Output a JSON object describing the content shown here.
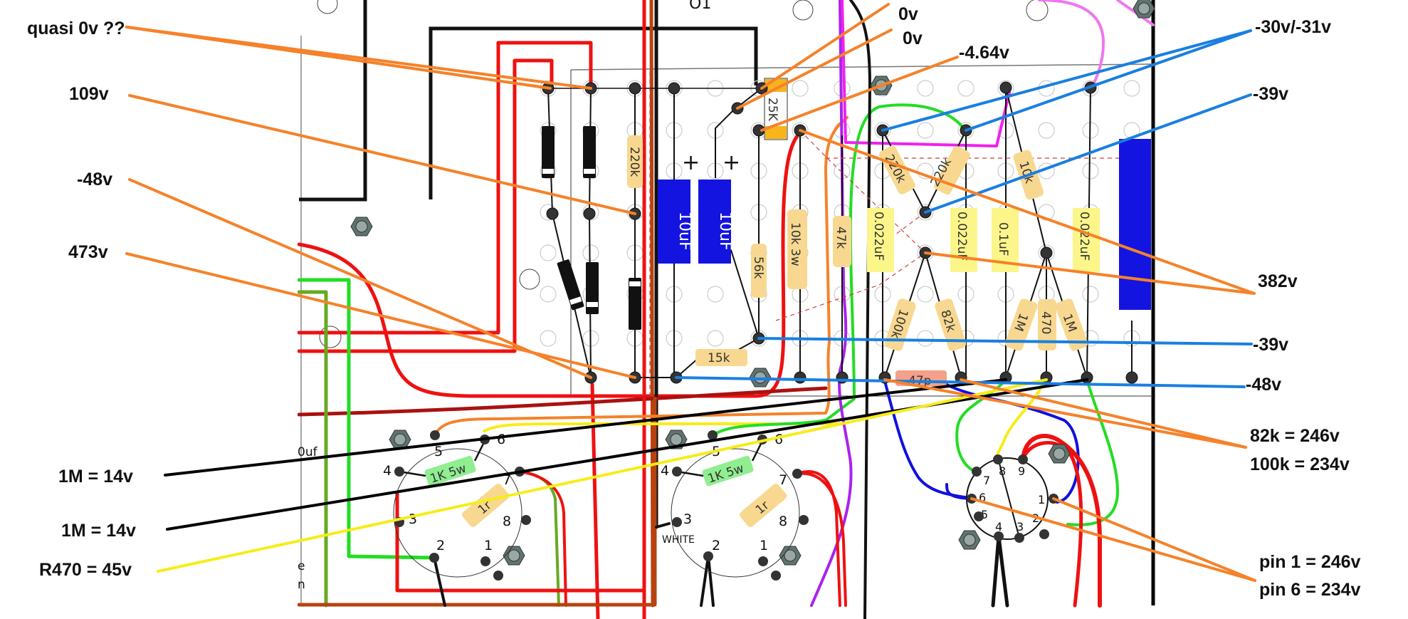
{
  "title": "Amplifier turret-board layout with measured voltages",
  "colors": {
    "annotation_orange": "#f5822a",
    "annotation_blue": "#1a7fe0",
    "annotation_black": "#000000",
    "annotation_yellow": "#f7ec1a",
    "wire_red": "#ee1111",
    "wire_green": "#22dd22",
    "wire_olive": "#66aa22",
    "wire_magenta": "#ee22ee",
    "wire_violet": "#aa22ee",
    "wire_pink": "#ee77ee",
    "wire_blue": "#1111dd",
    "wire_brown": "#b8420e",
    "wire_darkred": "#aa1111",
    "resistor_body": "#f8d890",
    "cap_film": "#fbf58a",
    "cap_electrolytic": "#1414e0",
    "cap_ceramic": "#f4a08a",
    "power_resistor": "#90ee90"
  },
  "voltage_labels": {
    "left": [
      {
        "id": "quasi-0v",
        "text": "quasi 0v ??",
        "line_color": "orange"
      },
      {
        "id": "109v",
        "text": "109v",
        "line_color": "orange"
      },
      {
        "id": "-48v-left",
        "text": "-48v",
        "line_color": "orange"
      },
      {
        "id": "473v",
        "text": "473v",
        "line_color": "orange"
      },
      {
        "id": "1m-14v-a",
        "text": "1M = 14v",
        "line_color": "black"
      },
      {
        "id": "1m-14v-b",
        "text": "1M = 14v",
        "line_color": "black"
      },
      {
        "id": "r470-45v",
        "text": "R470 = 45v",
        "line_color": "yellow"
      }
    ],
    "top": [
      {
        "id": "0v-a",
        "text": "0v",
        "line_color": "orange"
      },
      {
        "id": "0v-b",
        "text": "0v",
        "line_color": "orange"
      },
      {
        "id": "-4.64v",
        "text": "-4.64v",
        "line_color": "orange"
      }
    ],
    "right": [
      {
        "id": "-30v-31v",
        "text": "-30v/-31v",
        "line_color": "blue"
      },
      {
        "id": "-39v-top",
        "text": "-39v",
        "line_color": "blue"
      },
      {
        "id": "382v",
        "text": "382v",
        "line_color": "orange"
      },
      {
        "id": "-39v-mid",
        "text": "-39v",
        "line_color": "blue"
      },
      {
        "id": "-48v-right",
        "text": "-48v",
        "line_color": "blue"
      },
      {
        "id": "82k-246v",
        "text": "82k = 246v",
        "line_color": "orange"
      },
      {
        "id": "100k-234v",
        "text": "100k = 234v",
        "line_color": "orange"
      },
      {
        "id": "pin1-246v",
        "text": "pin 1 = 246v",
        "line_color": "orange"
      },
      {
        "id": "pin6-234v",
        "text": "pin 6 = 234v",
        "line_color": "orange"
      }
    ]
  },
  "components": {
    "r_220k": "220k",
    "c_10uf_a": "10uF",
    "c_10uf_b": "10uF",
    "pot_25k": "25K",
    "r_56k": "56k",
    "r_15k": "15k",
    "r_10k3w": "10k 3w",
    "r_47k": "47k",
    "c_0022_a": "0.022uF",
    "c_0022_b": "0.022uF",
    "c_01": "0.1uF",
    "c_0022_c": "0.022uF",
    "r_220k_a": "220k",
    "r_220k_b": "220k",
    "r_10k": "10k",
    "r_100k": "100k",
    "r_82k": "82k",
    "r_1m_a": "1M",
    "r_470": "470",
    "r_1m_b": "1M",
    "c_47p": "47p",
    "plus_a": "+",
    "plus_b": "+"
  },
  "tube_sockets": {
    "power_tube_a": {
      "pins": [
        "1",
        "2",
        "3",
        "4",
        "5",
        "6",
        "7",
        "8"
      ],
      "r_1k5w": "1K 5w",
      "r_1r": "1r"
    },
    "power_tube_b": {
      "pins": [
        "1",
        "2",
        "3",
        "4",
        "5",
        "6",
        "7",
        "8"
      ],
      "r_1k5w": "1K 5w",
      "r_1r": "1r",
      "wire_note": "WHITE"
    },
    "preamp_tube": {
      "pins": [
        "1",
        "2",
        "3",
        "4",
        "5",
        "6",
        "7",
        "8",
        "9"
      ]
    }
  },
  "partial_texts": {
    "top_cut": "O1",
    "left_cut_a": "0uf",
    "left_cut_b": "e",
    "left_cut_c": "n"
  }
}
